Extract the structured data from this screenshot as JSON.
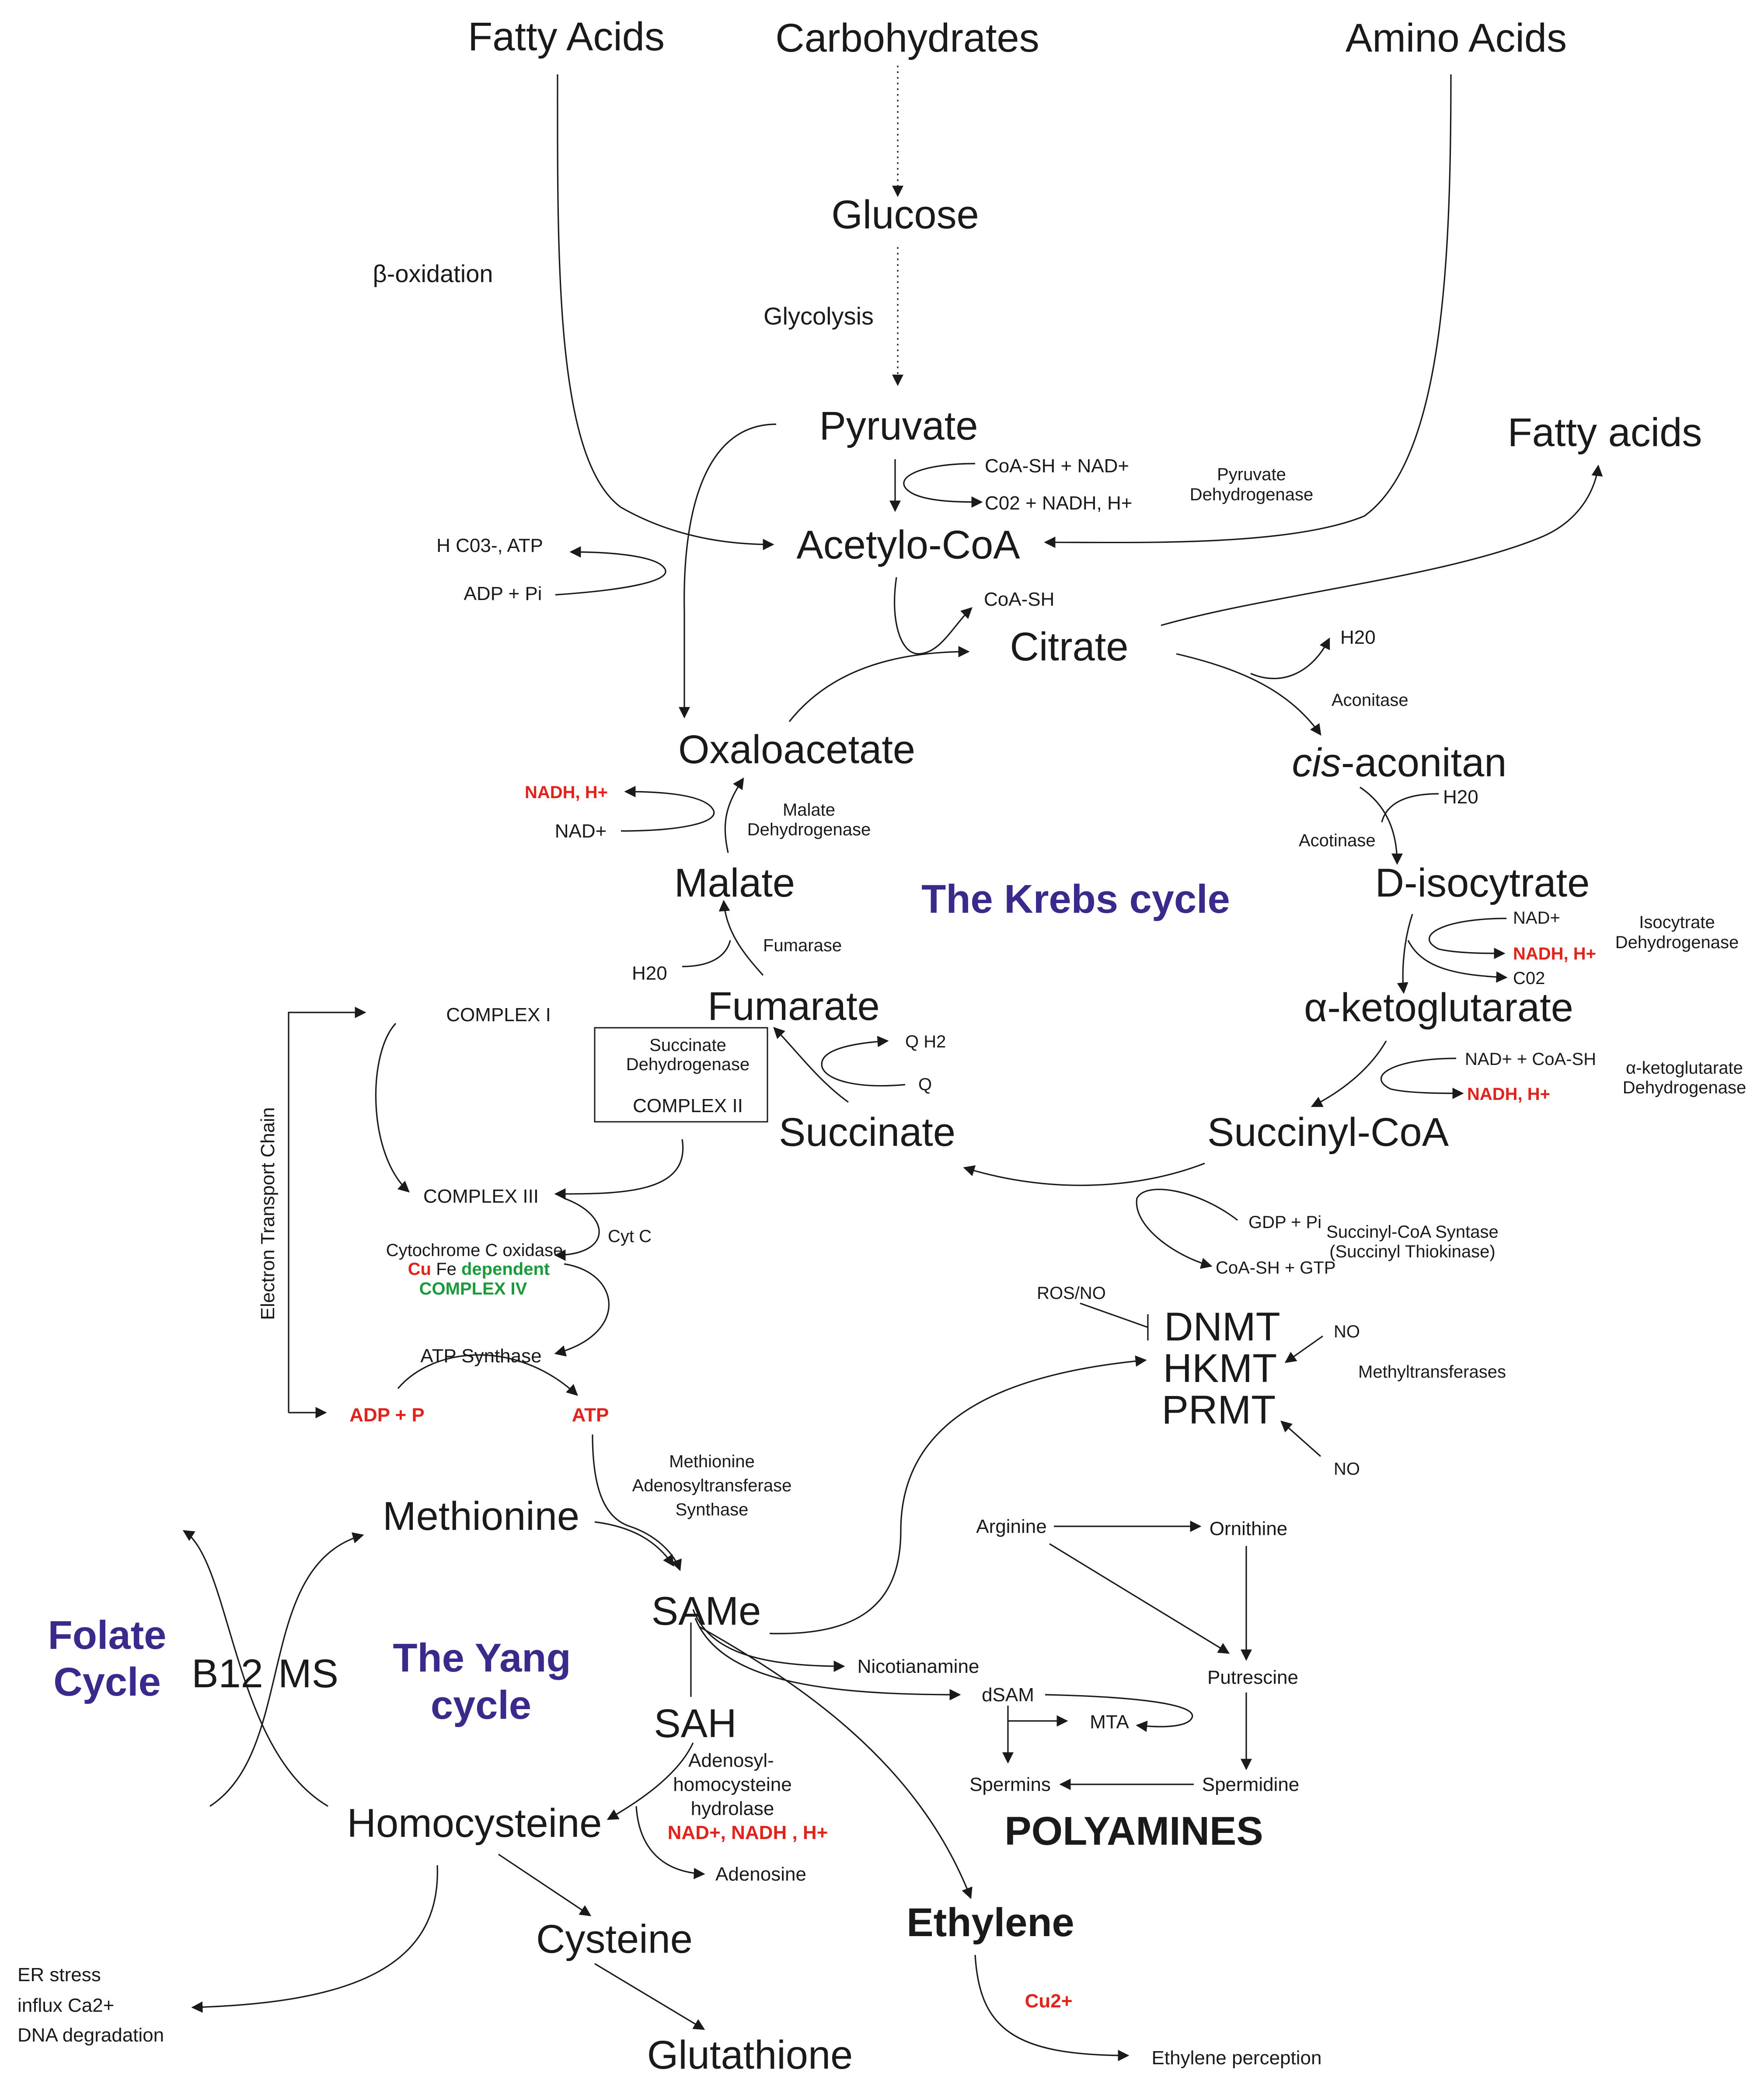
{
  "sources": {
    "fatty_acids": "Fatty Acids",
    "carbohydrates": "Carbohydrates",
    "amino_acids": "Amino Acids"
  },
  "glycolysis": {
    "glucose": "Glucose",
    "glycolysis": "Glycolysis",
    "pyruvate": "Pyruvate",
    "beta_oxidation": "β-oxidation"
  },
  "pdh": {
    "inputs": "CoA-SH + NAD+",
    "outputs": "C02 + NADH, H+",
    "enzyme_line1": "Pyruvate",
    "enzyme_line2": "Dehydrogenase"
  },
  "acetyl": {
    "acetyl_coa": "Acetylo-CoA",
    "coash": "CoA-SH",
    "fatty_acids_out": "Fatty acids",
    "hco3": "H C03-, ATP",
    "adp": "ADP + Pi"
  },
  "krebs": {
    "title": "The Krebs cycle",
    "citrate": "Citrate",
    "h2o_1": "H20",
    "aconitase": "Aconitase",
    "cis_prefix": "cis",
    "cis_rest": "-aconitan",
    "h2o_2": "H20",
    "acotinase": "Acotinase",
    "isocitrate": "D-isocytrate",
    "nad_1": "NAD+",
    "nadh_1": "NADH, H+",
    "co2_1": "C02",
    "idh_line1": "Isocytrate",
    "idh_line2": "Dehydrogenase",
    "akg": "α-ketoglutarate",
    "nad_coash": "NAD+ + CoA-SH",
    "nadh_2": "NADH, H+",
    "akgdh_line1": "α-ketoglutarate",
    "akgdh_line2": "Dehydrogenase",
    "succinyl_coa": "Succinyl-CoA",
    "gdp": "GDP + Pi",
    "coash_gtp": "CoA-SH + GTP",
    "scs_line1": "Succinyl-CoA Syntase",
    "scs_line2": "(Succinyl Thiokinase)",
    "succinate": "Succinate",
    "qh2": "Q H2",
    "q": "Q",
    "fumarate": "Fumarate",
    "fumarase": "Fumarase",
    "h2o_3": "H20",
    "malate": "Malate",
    "mdh_line1": "Malate",
    "mdh_line2": "Dehydrogenase",
    "nadh_3": "NADH, H+",
    "nad_3": "NAD+",
    "oxaloacetate": "Oxaloacetate"
  },
  "etc": {
    "chain_label": "Electron Transport Chain",
    "complex1": "COMPLEX I",
    "sdh_line1": "Succinate",
    "sdh_line2": "Dehydrogenase",
    "complex2": "COMPLEX II",
    "complex3": "COMPLEX III",
    "cytc": "Cyt C",
    "cox": "Cytochrome C oxidase",
    "cu": "Cu",
    "fe": " Fe ",
    "dependent": "dependent",
    "complex4": "COMPLEX IV",
    "atp_synthase": "ATP Synthase",
    "adp_p": "ADP + P",
    "atp": "ATP"
  },
  "methylation": {
    "ros_no": "ROS/NO",
    "dnmt": "DNMT",
    "hkmt": "HKMT",
    "prmt": "PRMT",
    "no_1": "NO",
    "no_2": "NO",
    "methyltransferases": "Methyltransferases"
  },
  "yang": {
    "mat_line1": "Methionine",
    "mat_line2": "Adenosyltransferase",
    "mat_line3": "Synthase",
    "methionine": "Methionine",
    "same": "SAMe",
    "sah": "SAH",
    "title_line1": "The Yang",
    "title_line2": "cycle",
    "folate_line1": "Folate",
    "folate_line2": "Cycle",
    "b12": "B12",
    "ms": "MS",
    "homocysteine": "Homocysteine",
    "ahcy_line1": "Adenosyl-",
    "ahcy_line2": "homocysteine",
    "ahcy_line3": "hydrolase",
    "nad_nadh": "NAD+, NADH , H+",
    "adenosine": "Adenosine",
    "cysteine": "Cysteine",
    "glutathione": "Glutathione",
    "er_stress": "ER stress",
    "influx": "influx Ca2+",
    "dna_deg": "DNA degradation"
  },
  "polyamines": {
    "nicotianamine": "Nicotianamine",
    "dsam": "dSAM",
    "mta": "MTA",
    "arginine": "Arginine",
    "ornithine": "Ornithine",
    "putrescine": "Putrescine",
    "spermidine": "Spermidine",
    "spermins": "Spermins",
    "title": "POLYAMINES"
  },
  "ethylene": {
    "ethylene": "Ethylene",
    "cu2": "Cu2+",
    "perception": "Ethylene perception"
  }
}
